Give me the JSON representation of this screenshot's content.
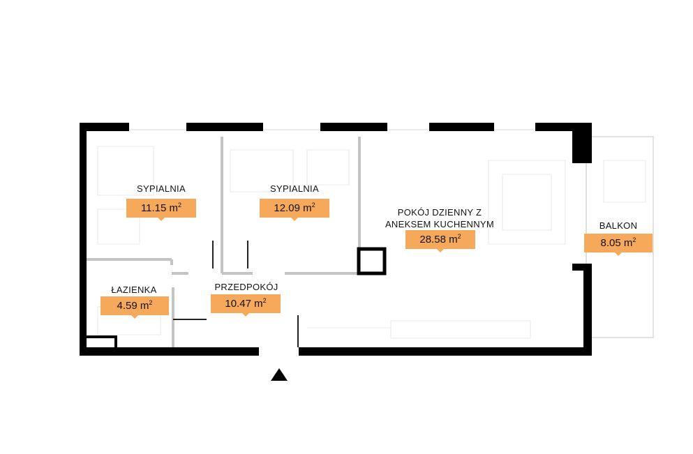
{
  "rooms": [
    {
      "id": "sypialnia-1",
      "name": "SYPIALNIA",
      "area": "11.15",
      "unit": "m",
      "exp": "2"
    },
    {
      "id": "sypialnia-2",
      "name": "SYPIALNIA",
      "area": "12.09",
      "unit": "m",
      "exp": "2"
    },
    {
      "id": "pokoj-dzienny",
      "name_line1": "POKÓJ DZIENNY Z",
      "name_line2": "ANEKSEM KUCHENNYM",
      "area": "28.58",
      "unit": "m",
      "exp": "2"
    },
    {
      "id": "balkon",
      "name": "BALKON",
      "area": "8.05",
      "unit": "m",
      "exp": "2"
    },
    {
      "id": "lazienka",
      "name": "ŁAZIENKA",
      "area": "4.59",
      "unit": "m",
      "exp": "2"
    },
    {
      "id": "przedpokoj",
      "name": "PRZEDPOKÓJ",
      "area": "10.47",
      "unit": "m",
      "exp": "2"
    }
  ],
  "colors": {
    "badge": "#f6a95a",
    "wall": "#000000",
    "partition": "#c8c8c8",
    "furniture": "#ececec"
  },
  "entrance_marker": "triangle-up"
}
